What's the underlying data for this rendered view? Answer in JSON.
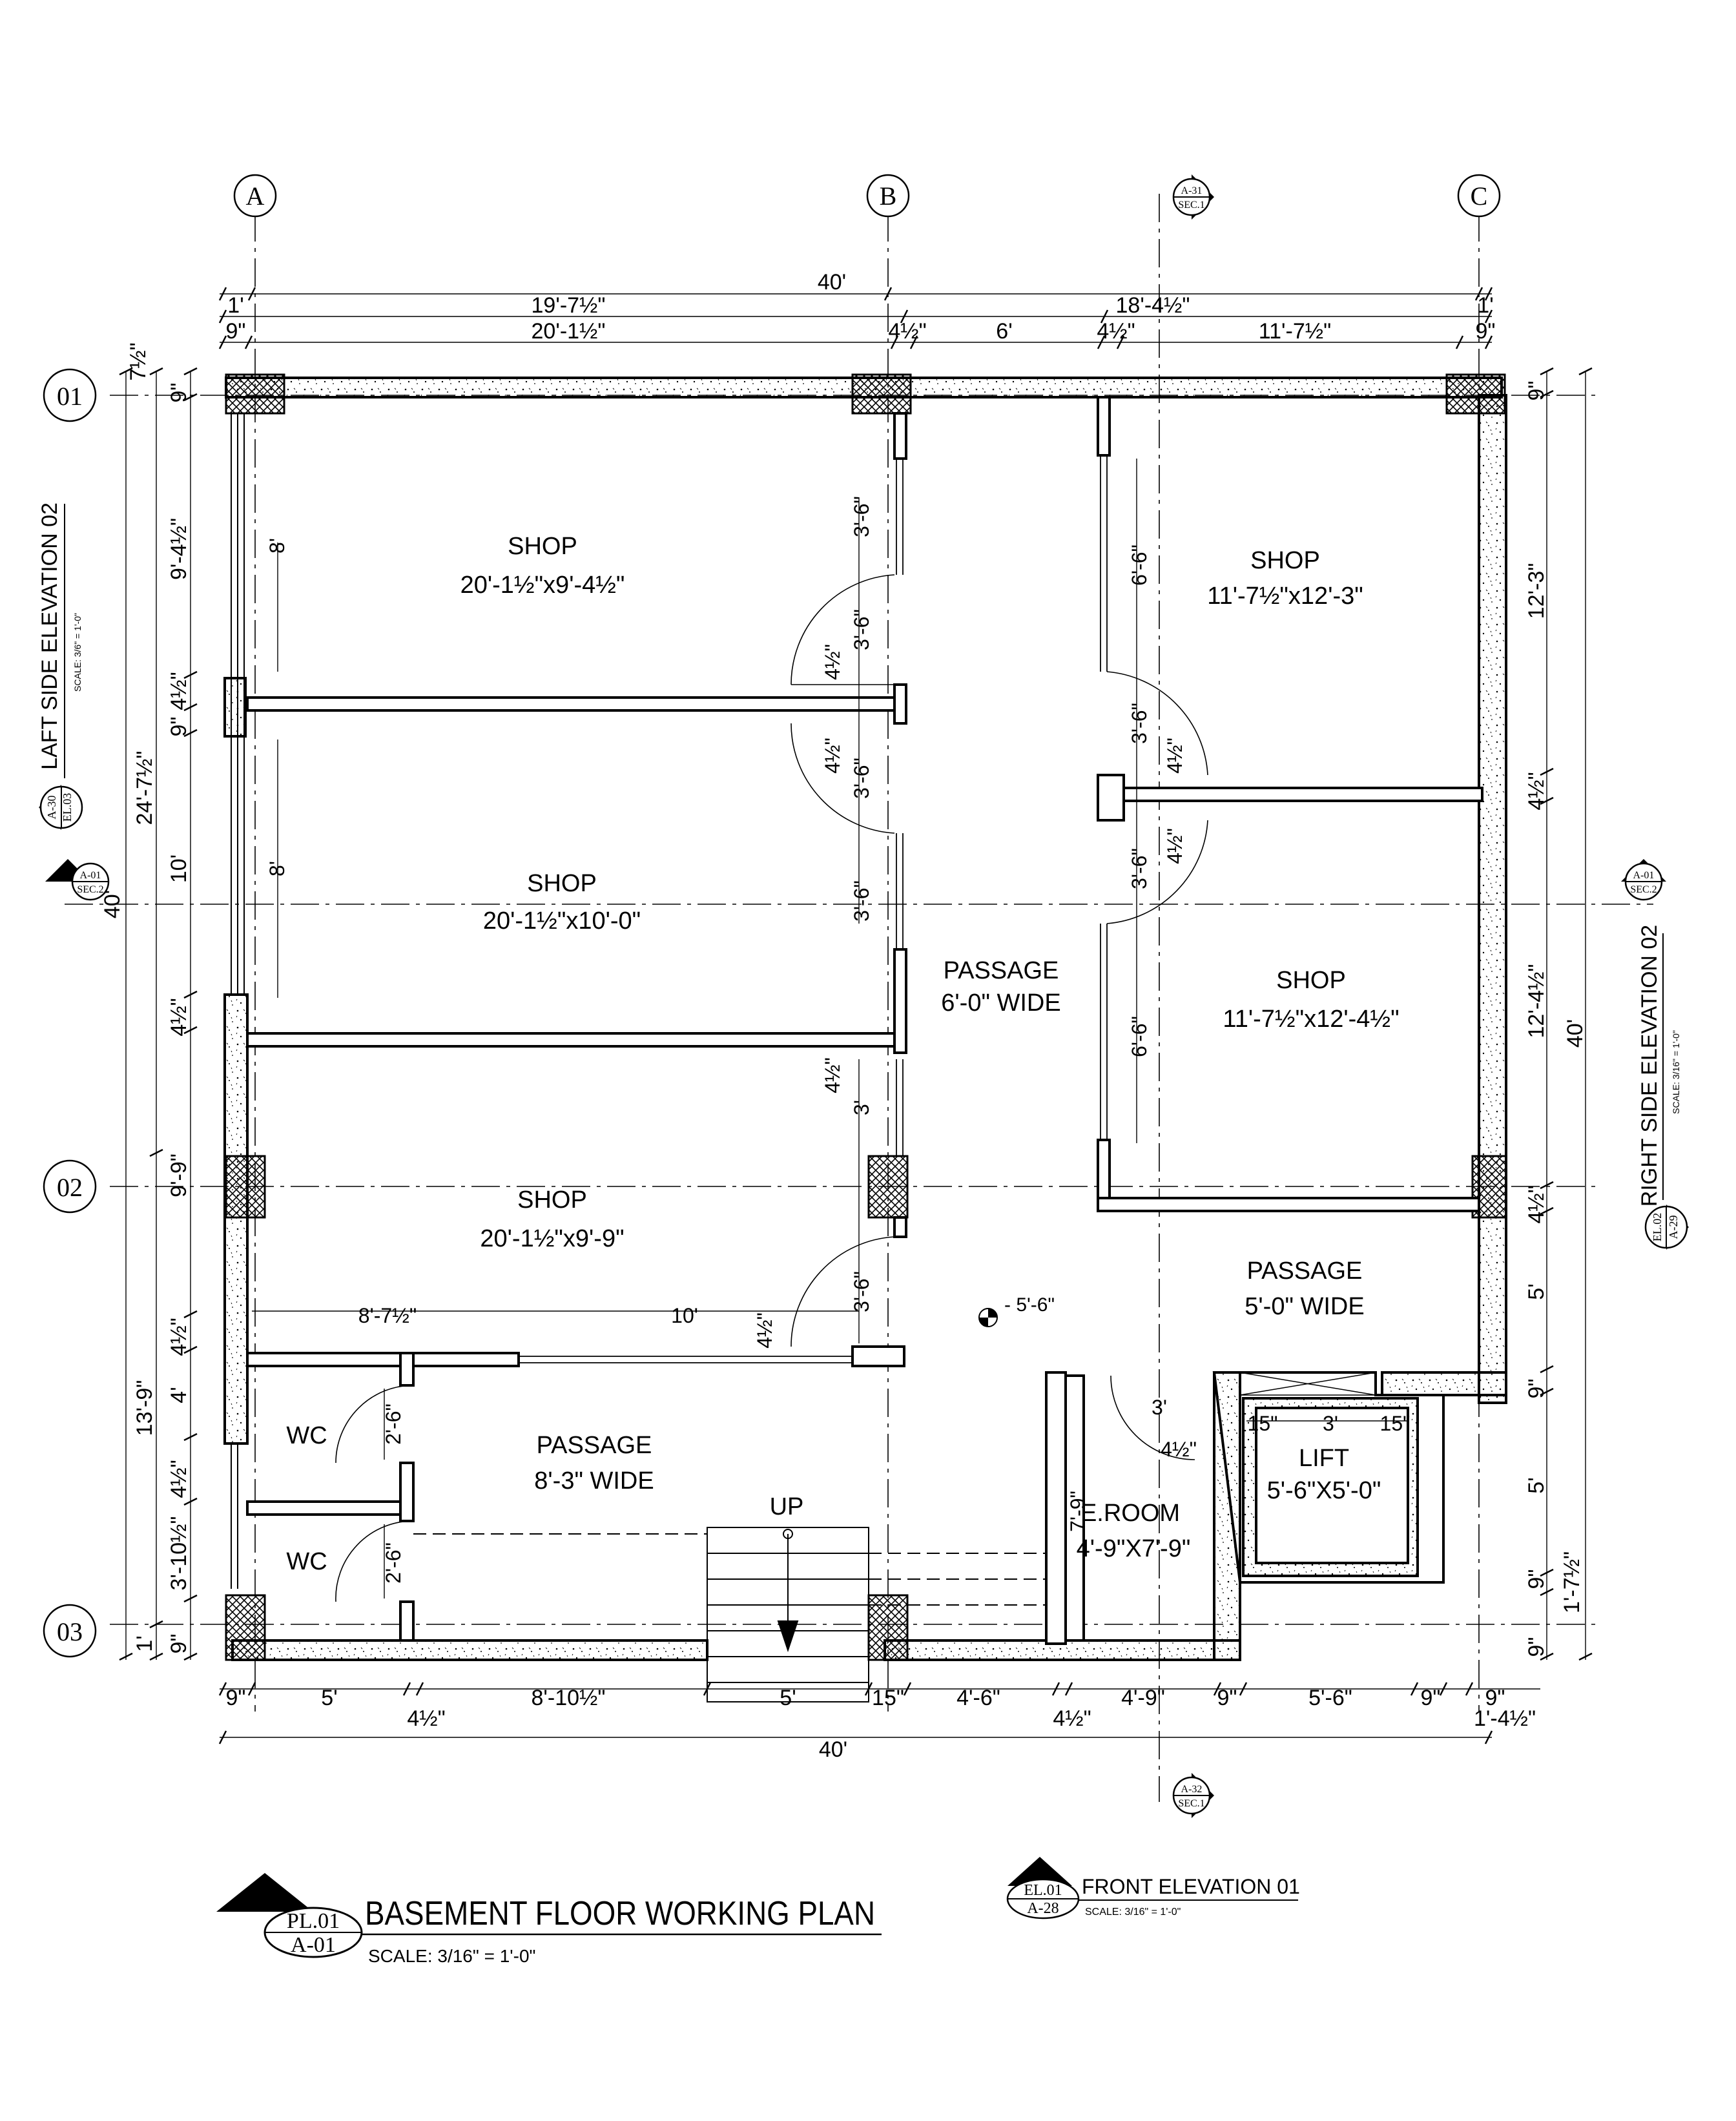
{
  "colors": {
    "ink": "#000000",
    "wall_fill": "#ffffff",
    "hatch": "#000000"
  },
  "grid": {
    "cols": [
      "A",
      "B",
      "C"
    ],
    "rows": [
      "01",
      "02",
      "03"
    ]
  },
  "rooms": {
    "shop1": {
      "name": "SHOP",
      "size": "20'-1½\"x9'-4½\""
    },
    "shop2": {
      "name": "SHOP",
      "size": "20'-1½\"x10'-0\""
    },
    "shop3": {
      "name": "SHOP",
      "size": "20'-1½\"x9'-9\""
    },
    "shop4": {
      "name": "SHOP",
      "size": "11'-7½\"x12'-3\""
    },
    "shop5": {
      "name": "SHOP",
      "size": "11'-7½\"x12'-4½\""
    },
    "passage_main": {
      "name": "PASSAGE",
      "size": "6'-0\" WIDE"
    },
    "passage_right": {
      "name": "PASSAGE",
      "size": "5'-0\" WIDE"
    },
    "passage_bottom": {
      "name": "PASSAGE",
      "size": "8'-3\" WIDE"
    },
    "wc1": {
      "name": "WC"
    },
    "wc2": {
      "name": "WC"
    },
    "eroom": {
      "name": "E.ROOM",
      "size": "4'-9\"X7'-9\""
    },
    "lift": {
      "name": "LIFT",
      "size": "5'-6\"X5'-0\""
    },
    "stair": {
      "label": "UP"
    },
    "level": "- 5'-6\""
  },
  "dims": {
    "top_total": "40'",
    "top_mid": [
      "1'",
      "19'-7½\"",
      "18'-4½\"",
      "1'"
    ],
    "top_in": [
      "9\"",
      "20'-1½\"",
      "4½\"",
      "6'",
      "4½\"",
      "11'-7½\"",
      "9\""
    ],
    "bottom_total": "40'",
    "bottom": [
      "9\"",
      "5'",
      "4½\"",
      "8'-10½\"",
      "5'",
      "15\"",
      "4'-6\"",
      "4½\"",
      "4'-9\"",
      "9\"",
      "5'-6\"",
      "9\"",
      "9\"",
      "1'-4½\""
    ],
    "left_total": "40'",
    "left_mid": [
      "7½\"",
      "24'-7½\"",
      "13'-9\"",
      "1'"
    ],
    "left_in": [
      "9\"",
      "9'-4½\"",
      "4½\"",
      "9\"",
      "10'",
      "4½\"",
      "9'-9\"",
      "4½\"",
      "4'",
      "4½\"",
      "3'-10½\"",
      "9\""
    ],
    "right_total": "40'",
    "right": [
      "9\"",
      "12'-3\"",
      "4½\"",
      "12'-4½\"",
      "4½\"",
      "5'",
      "9\"",
      "5'",
      "9\"",
      "1'-7½\"",
      "9\""
    ],
    "interior": [
      "8'",
      "8'",
      "3'-6\"",
      "3'-6\"",
      "4½\"",
      "4½\"",
      "3'-6\"",
      "3'-6\"",
      "4½\"",
      "3'",
      "3'-6\"",
      "4½\"",
      "6'-6\"",
      "3'-6\"",
      "4½\"",
      "3'-6\"",
      "4½\"",
      "6'-6\"",
      "8'-7½\"",
      "10'",
      "2'-6\"",
      "2'-6\"",
      "3'",
      "4½\"",
      "7'-9\"",
      "15\"",
      "3'",
      "15\""
    ]
  },
  "section_marks": {
    "top": {
      "num": "A-31",
      "ref": "SEC.1"
    },
    "bottom": {
      "num": "A-32",
      "ref": "SEC.1"
    },
    "left": {
      "num": "A-01",
      "ref": "SEC.2"
    },
    "right": {
      "num": "A-01",
      "ref": "SEC.2"
    }
  },
  "elevation_labels": {
    "left": {
      "title": "LAFT SIDE ELEVATION 02",
      "scale": "SCALE: 3/6\" = 1'-0\"",
      "num": "A-30",
      "ref": "EL.03"
    },
    "right": {
      "title": "RIGHT SIDE ELEVATION 02",
      "scale": "SCALE: 3/16\" = 1'-0\"",
      "num": "EL.02",
      "ref": "A-29"
    }
  },
  "title_block": {
    "tag_top": "PL.01",
    "tag_bottom": "A-01",
    "title": "BASEMENT FLOOR WORKING PLAN",
    "scale": "SCALE:  3/16\"  =  1'-0\""
  },
  "front_elev": {
    "tag_top": "EL.01",
    "tag_bottom": "A-28",
    "title": "FRONT ELEVATION 01",
    "scale": "SCALE: 3/16\" = 1'-0\""
  }
}
